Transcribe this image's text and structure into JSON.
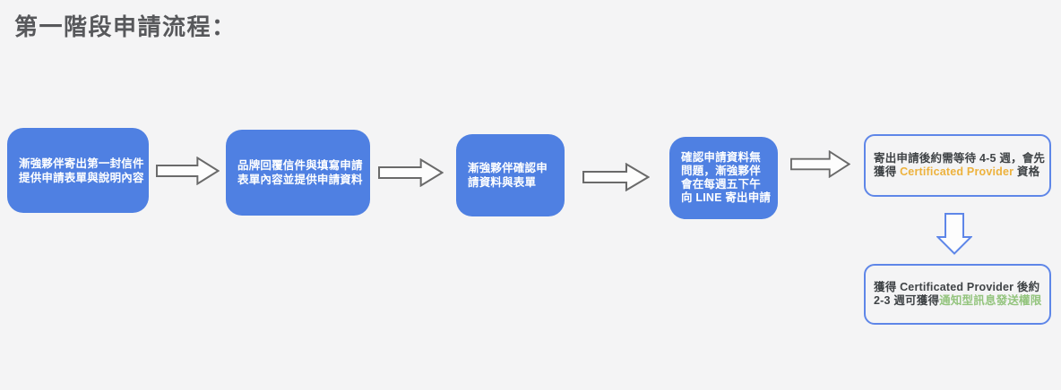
{
  "title": "第一階段申請流程：",
  "colors": {
    "background": "#f4f4f5",
    "title_color": "#57585b",
    "step_fill": "#4f80e2",
    "step_text": "#ffffff",
    "outline_border": "#5e86e8",
    "arrow_outline": "#6a6a6a",
    "result_text": "#3f4346",
    "highlight_yellow": "#edb23d",
    "highlight_green": "#93c47d"
  },
  "steps": [
    {
      "lines": [
        "漸強夥伴寄出第一封信件",
        "提供申請表單與說明內容"
      ]
    },
    {
      "lines": [
        "品牌回覆信件與填寫申請",
        "表單內容並提供申請資料"
      ]
    },
    {
      "lines": [
        "漸強夥伴確認申",
        "請資料與表單"
      ]
    },
    {
      "lines": [
        "確認申請資料無",
        "問題，漸強夥伴",
        "會在每週五下午",
        "向 LINE 寄出申請"
      ]
    }
  ],
  "results": [
    {
      "lines": [
        [
          {
            "text": "寄出申請後約需等待 4-5 週，會先"
          }
        ],
        [
          {
            "text": "獲得 "
          },
          {
            "text": "Certificated Provider",
            "highlight": "yellow"
          },
          {
            "text": " 資格"
          }
        ]
      ]
    },
    {
      "lines": [
        [
          {
            "text": "獲得 Certificated Provider 後約"
          }
        ],
        [
          {
            "text": "2-3 週可獲得"
          },
          {
            "text": "通知型訊息發送權限",
            "highlight": "green"
          }
        ]
      ]
    }
  ]
}
